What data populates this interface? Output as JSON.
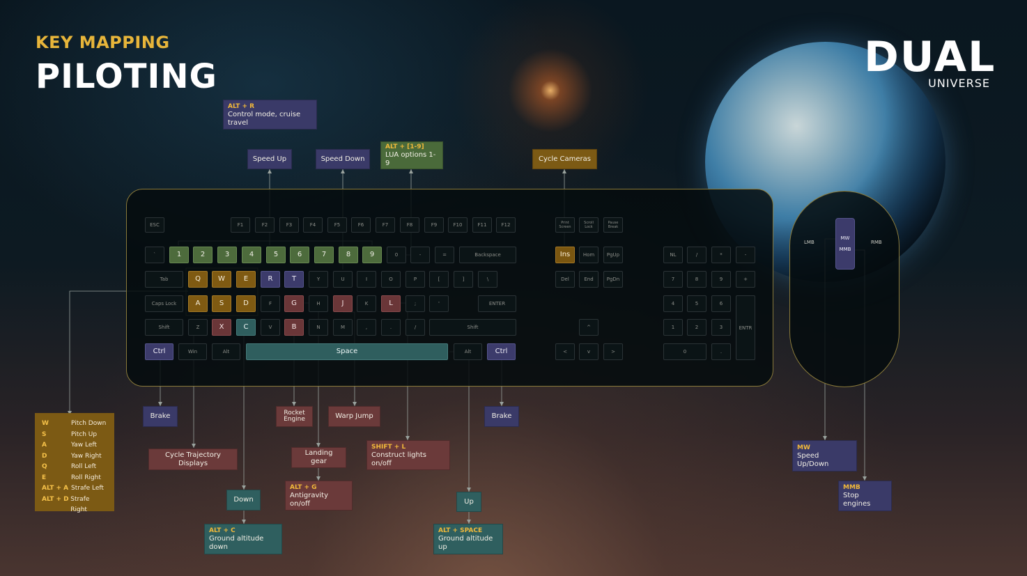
{
  "header": {
    "subtitle": "KEY MAPPING",
    "title": "PILOTING"
  },
  "logo": {
    "word": "DUAL",
    "sub": "UNIVERSE"
  },
  "keyboard": {
    "fn_row": [
      "ESC",
      "F1",
      "F2",
      "F3",
      "F4",
      "F5",
      "F6",
      "F7",
      "F8",
      "F9",
      "F10",
      "F11",
      "F12"
    ],
    "sys": [
      "Print Screen",
      "Scroll Lock",
      "Pause Break"
    ],
    "num_row": [
      "`",
      "1",
      "2",
      "3",
      "4",
      "5",
      "6",
      "7",
      "8",
      "9",
      "0",
      "-",
      "=",
      "Backspace"
    ],
    "tab_row": [
      "Tab",
      "Q",
      "W",
      "E",
      "R",
      "T",
      "Y",
      "U",
      "I",
      "O",
      "P",
      "[",
      "]",
      "\\"
    ],
    "caps_row": [
      "Caps Lock",
      "A",
      "S",
      "D",
      "F",
      "G",
      "H",
      "J",
      "K",
      "L",
      ";",
      "'",
      "ENTER"
    ],
    "shift_row": [
      "Shift",
      "Z",
      "X",
      "C",
      "V",
      "B",
      "N",
      "M",
      ",",
      ".",
      "/",
      "Shift"
    ],
    "bottom_row": [
      "Ctrl",
      "Win",
      "Alt",
      "Space",
      "Alt",
      "Ctrl"
    ],
    "nav1": [
      "Ins",
      "Hom",
      "PgUp"
    ],
    "nav2": [
      "Del",
      "End",
      "PgDn"
    ],
    "arrows": [
      "^",
      "<",
      "v",
      ">"
    ],
    "numpad": [
      "NL",
      "/",
      "*",
      "-",
      "7",
      "8",
      "9",
      "+",
      "4",
      "5",
      "6",
      "1",
      "2",
      "3",
      "ENTR",
      "0",
      "."
    ]
  },
  "mouse": {
    "lmb": "LMB",
    "rmb": "RMB",
    "mw": "MW",
    "mmb": "MMB"
  },
  "callouts": {
    "alt_r_key": "ALT + R",
    "alt_r_desc": "Control mode, cruise travel",
    "speed_up": "Speed Up",
    "speed_down": "Speed Down",
    "alt_19_key": "ALT + [1-9]",
    "alt_19_desc": "LUA options 1-9",
    "cycle_cameras": "Cycle Cameras",
    "brake_left": "Brake",
    "cycle_traj": "Cycle Trajectory Displays",
    "rocket": "Rocket Engine",
    "warp": "Warp Jump",
    "landing": "Landing gear",
    "alt_g_key": "ALT + G",
    "alt_g_desc": "Antigravity on/off",
    "shift_l_key": "SHIFT + L",
    "shift_l_desc": "Construct lights on/off",
    "brake_right": "Brake",
    "down": "Down",
    "alt_c_key": "ALT + C",
    "alt_c_desc": "Ground altitude down",
    "up": "Up",
    "alt_space_key": "ALT + SPACE",
    "alt_space_desc": "Ground altitude up",
    "mw_key": "MW",
    "mw_desc": "Speed Up/Down",
    "mmb_key": "MMB",
    "mmb_desc": "Stop engines"
  },
  "legend": [
    {
      "key": "W",
      "action": "Pitch Down"
    },
    {
      "key": "S",
      "action": "Pitch Up"
    },
    {
      "key": "A",
      "action": "Yaw Left"
    },
    {
      "key": "D",
      "action": "Yaw Right"
    },
    {
      "key": "Q",
      "action": "Roll Left"
    },
    {
      "key": "E",
      "action": "Roll Right"
    },
    {
      "key": "ALT + A",
      "action": "Strafe Left"
    },
    {
      "key": "ALT + D",
      "action": "Strafe Right"
    }
  ]
}
